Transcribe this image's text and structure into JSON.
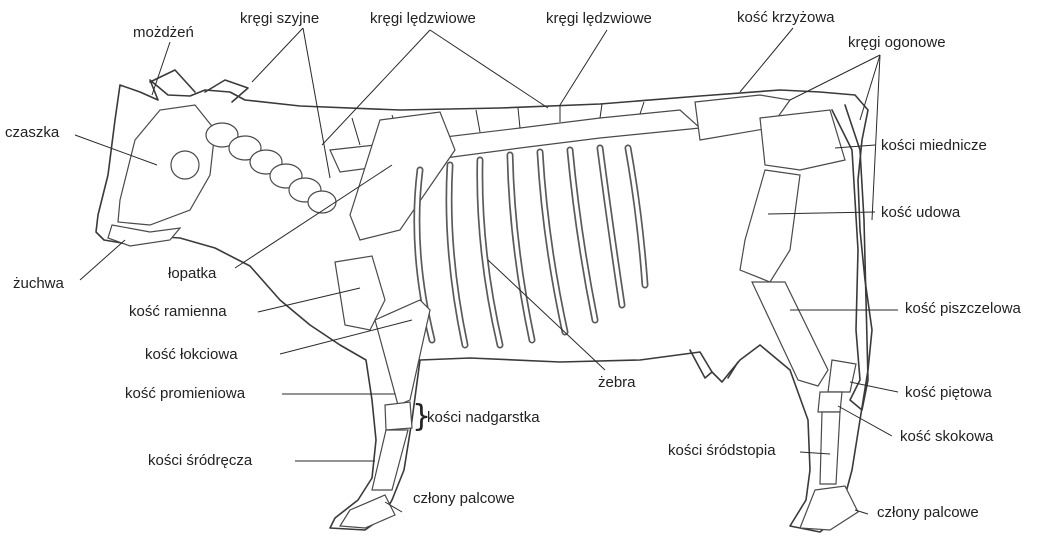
{
  "labels": {
    "mozdzen": "możdżeń",
    "kregi_szyjne": "kręgi szyjne",
    "kregi_ledzwiowe_1": "kręgi lędzwiowe",
    "kregi_ledzwiowe_2": "kręgi lędzwiowe",
    "kosc_krzyzowa": "kość krzyżowa",
    "kregi_ogonowe": "kręgi ogonowe",
    "czaszka": "czaszka",
    "kosci_miednicze": "kości miednicze",
    "kosc_udowa": "kość udowa",
    "zuchwa": "żuchwa",
    "lopatka": "łopatka",
    "kosc_ramienna": "kość ramienna",
    "kosc_piszczelowa": "kość piszczelowa",
    "kosc_lokciowa": "kość łokciowa",
    "zebra": "żebra",
    "kosc_pietowa": "kość piętowa",
    "kosc_promieniowa": "kość promieniowa",
    "kosci_nadgarstka": "kości nadgarstka",
    "kosc_skokowa": "kość skokowa",
    "kosci_srodstopia": "kości śródstopia",
    "kosci_srodrecza": "kości śródręcza",
    "czlony_palcowe_1": "człony palcowe",
    "czlony_palcowe_2": "człony palcowe"
  },
  "colors": {
    "line": "#3a3a3a",
    "text": "#222222",
    "background": "#ffffff"
  }
}
